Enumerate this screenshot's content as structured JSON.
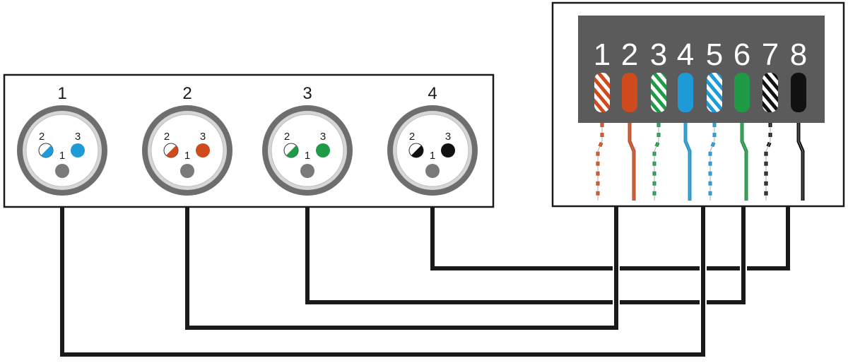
{
  "xlr_connectors": [
    {
      "number": "1",
      "color": "#1e9bd7",
      "pin_labels": {
        "p1": "1",
        "p2": "2",
        "p3": "3"
      }
    },
    {
      "number": "2",
      "color": "#cf4a1d",
      "pin_labels": {
        "p1": "1",
        "p2": "2",
        "p3": "3"
      }
    },
    {
      "number": "3",
      "color": "#1f9a47",
      "pin_labels": {
        "p1": "1",
        "p2": "2",
        "p3": "3"
      }
    },
    {
      "number": "4",
      "color": "#111111",
      "pin_labels": {
        "p1": "1",
        "p2": "2",
        "p3": "3"
      }
    }
  ],
  "rj45_terminals": [
    {
      "number": "1",
      "color": "#cf4a1d",
      "striped": true
    },
    {
      "number": "2",
      "color": "#cf4a1d",
      "striped": false
    },
    {
      "number": "3",
      "color": "#1f9a47",
      "striped": true
    },
    {
      "number": "4",
      "color": "#1e9bd7",
      "striped": false
    },
    {
      "number": "5",
      "color": "#1e9bd7",
      "striped": true
    },
    {
      "number": "6",
      "color": "#1f9a47",
      "striped": false
    },
    {
      "number": "7",
      "color": "#111111",
      "striped": true
    },
    {
      "number": "8",
      "color": "#111111",
      "striped": false
    }
  ],
  "colors": {
    "terminal_block": "#5b5b5b",
    "panel_border": "#1a1a1a",
    "cable": "#1a1a1a",
    "connector_ring": "#6e6e6e",
    "ground_pin": "#7a7a7a"
  }
}
